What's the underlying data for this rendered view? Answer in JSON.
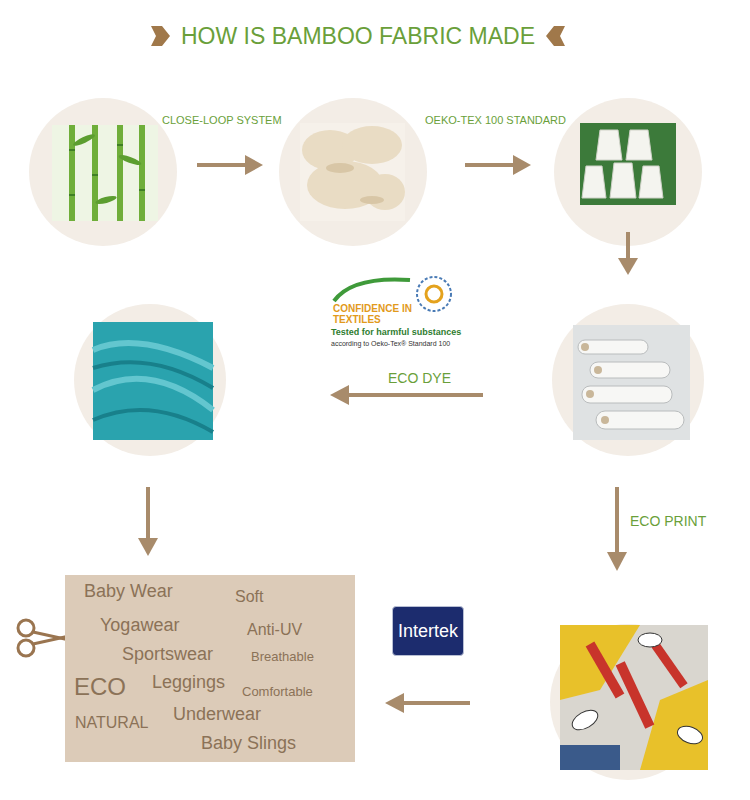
{
  "diagram": {
    "title": "HOW IS BAMBOO FABRIC MADE",
    "nodes": [
      {
        "text": [
          "Baby Wear",
          "Soft",
          "Yogawear",
          "Anti-UV",
          "Sportswear",
          "Breathable",
          "ECO",
          "Leggings",
          "Comfortable",
          "NATURAL",
          "Underwear",
          "Baby Slings"
        ]
      },
      {
        "text": [
          "Intertek"
        ]
      }
    ],
    "labels": [
      "CLOSE-LOOP SYSTEM",
      "OEKO-TEX 100 STANDARD",
      "CONFIDENCE IN TEXTILES",
      "Tested for harmful substances",
      "according to Oeko-Tex® Standard 100",
      "ECO DYE",
      "ECO PRINT"
    ]
  }
}
